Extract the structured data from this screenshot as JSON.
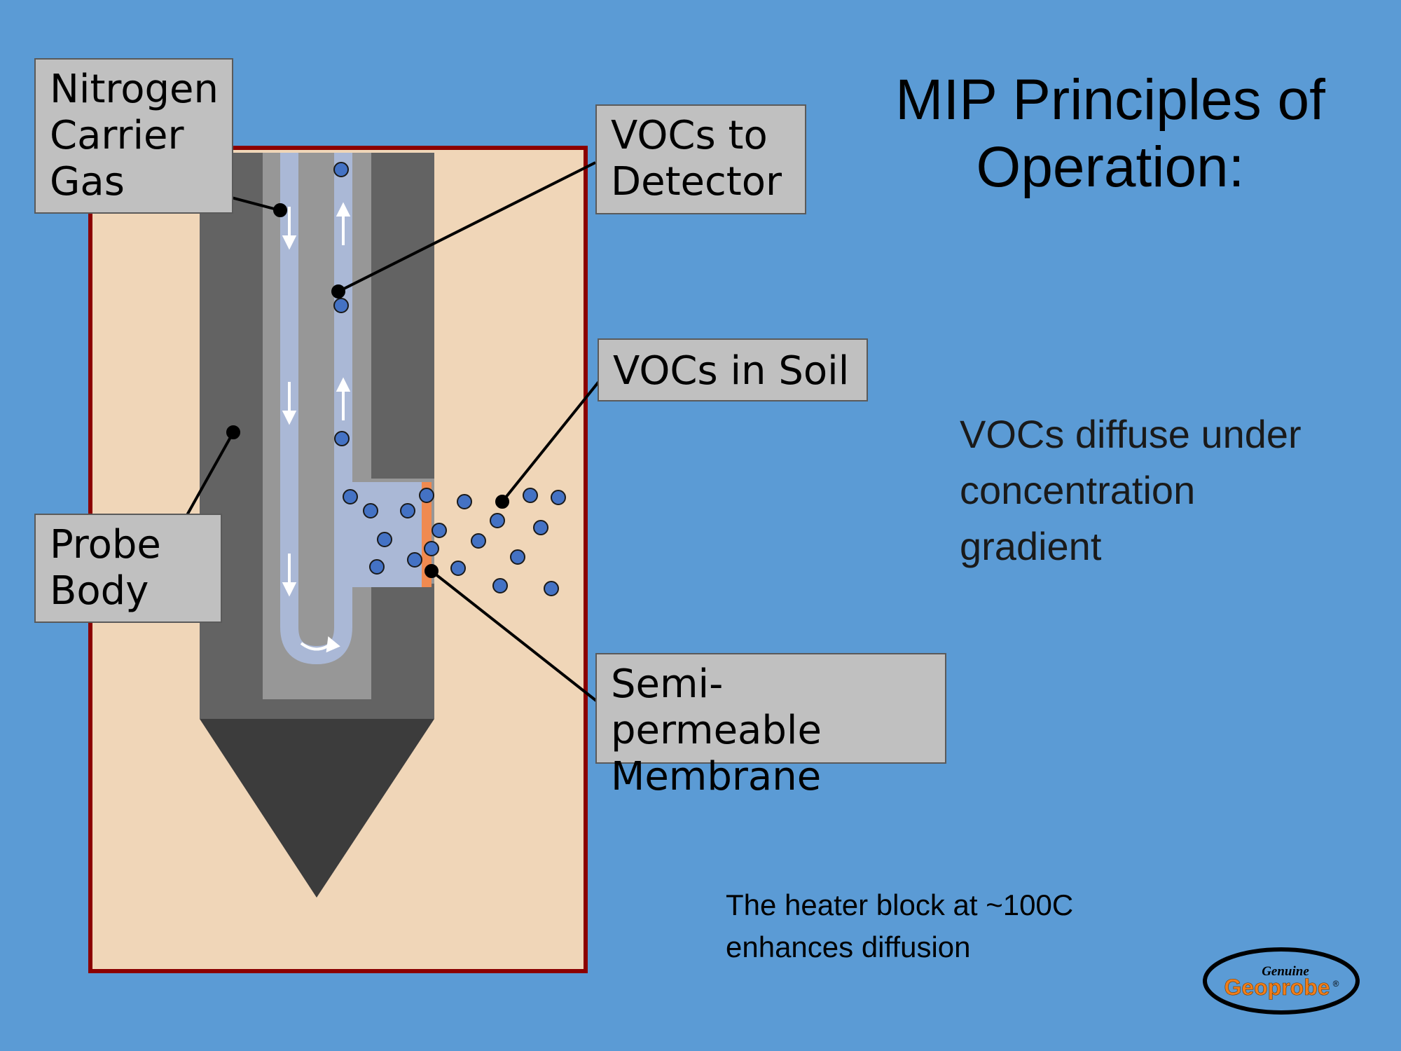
{
  "title": "MIP Principles of\nOperation:",
  "callouts": {
    "nitrogen": "Nitrogen\nCarrier\nGas",
    "vocs_detector": "VOCs to\nDetector",
    "vocs_soil": "VOCs in Soil",
    "probe_body": "Probe\nBody",
    "membrane": "Semi-permeable\nMembrane"
  },
  "body_text": {
    "diffuse": "VOCs diffuse  under\nconcentration\ngradient",
    "heater": "The heater block at ~100C\nenhances diffusion"
  },
  "logo": {
    "top": "Genuine",
    "brand": "Geoprobe",
    "mark": "®"
  },
  "colors": {
    "background": "#5b9bd5",
    "soil": "#f0d6b8",
    "soil_border": "#8b0000",
    "probe_outer": "#636363",
    "probe_inner": "#979797",
    "probe_tip": "#3c3c3c",
    "channel": "#aab8d6",
    "membrane": "#f08a50",
    "voc_dot": "#4472c4",
    "callout_fill": "#c0c0c0",
    "logo_orange": "#f07d1a"
  },
  "icons": [
    "flow-arrow-down-icon",
    "flow-arrow-up-icon",
    "voc-molecule-dot"
  ]
}
